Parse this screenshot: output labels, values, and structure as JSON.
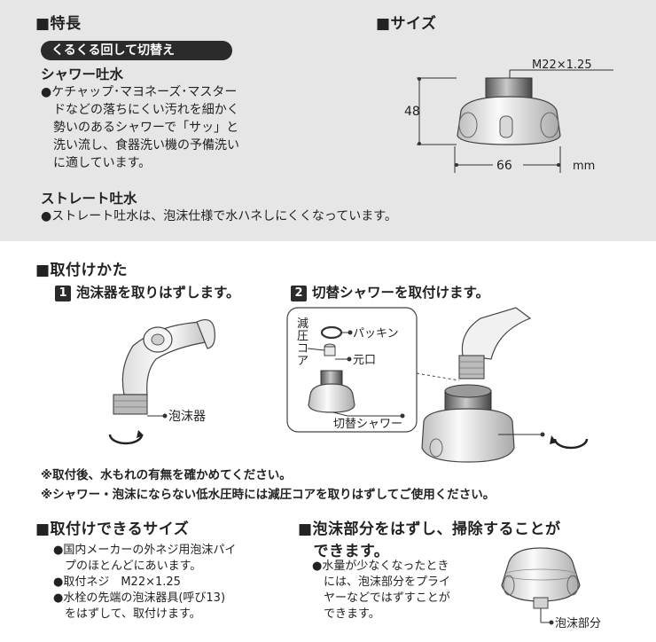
{
  "features": {
    "heading": "■特長",
    "pill": "くるくる回して切替え",
    "shower": {
      "title": "シャワー吐水",
      "lines": [
        "●ケチャップ･マヨネーズ･マスター",
        "　ドなどの落ちにくい汚れを細かく",
        "　勢いのあるシャワーで「サッ」と",
        "　洗い流し、食器洗い機の予備洗い",
        "　に適しています。"
      ]
    },
    "straight": {
      "title": "ストレート吐水",
      "text": "●ストレート吐水は、泡沫仕様で水ハネしにくくなっています。"
    }
  },
  "size": {
    "heading": "■サイズ",
    "thread": "M22×1.25",
    "height": "48",
    "width": "66",
    "unit": "mm"
  },
  "install": {
    "heading": "■取付けかた",
    "step1": {
      "num": "1",
      "text": "泡沫器を取りはずします。",
      "label": "泡沫器"
    },
    "step2": {
      "num": "2",
      "text": "切替シャワーを取付けます。",
      "reducer_chars": [
        "減",
        "圧",
        "コ",
        "ア"
      ],
      "packing": "パッキン",
      "base": "元口",
      "shower": "切替シャワー"
    },
    "notes": [
      "※取付後、水もれの有無を確かめてください。",
      "※シャワー・泡沫にならない低水圧時には減圧コアを取りはずしてご使用ください。"
    ]
  },
  "fit": {
    "heading": "■取付けできるサイズ",
    "items": [
      {
        "lines": [
          "●国内メーカーの外ネジ用泡沫パイ",
          "　プのほとんどにあいます。"
        ]
      },
      {
        "lines": [
          "●取付ネジ　M22×1.25"
        ]
      },
      {
        "lines": [
          "●水栓の先端の泡沫器具(呼び13)",
          "　をはずして、取付けます。"
        ]
      }
    ]
  },
  "cleaning": {
    "heading_lines": [
      "■泡沫部分をはずし、掃除することが",
      "　できます。"
    ],
    "lines": [
      "●水量が少なくなったとき",
      "　には、泡沫部分をプライ",
      "　ヤーなどではずすことが",
      "　できます。"
    ],
    "label": "泡沫部分"
  }
}
